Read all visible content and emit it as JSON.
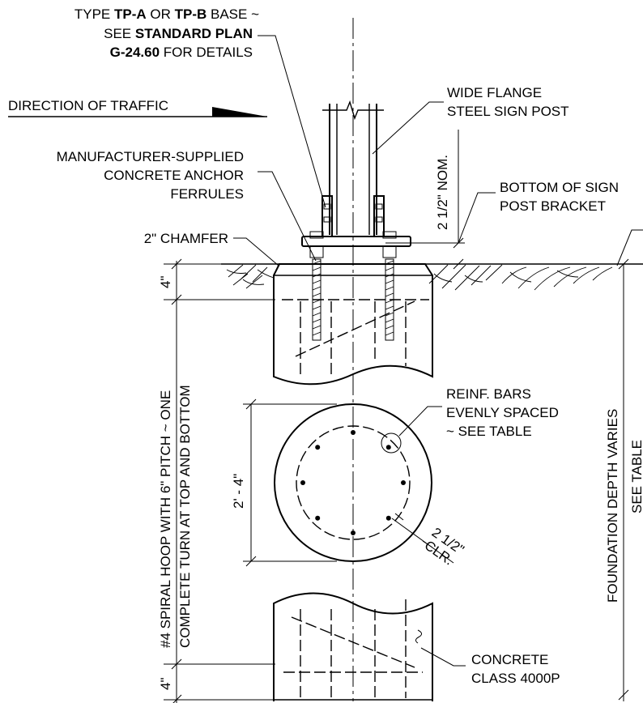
{
  "labels": {
    "base_l1_a": "TYPE ",
    "base_l1_b": "TP-A",
    "base_l1_c": " OR ",
    "base_l1_d": "TP-B",
    "base_l1_e": " BASE ~",
    "base_l2_a": "SEE ",
    "base_l2_b": "STANDARD PLAN",
    "base_l3_a": "G-24.60",
    "base_l3_b": " FOR DETAILS",
    "traffic": "DIRECTION OF TRAFFIC",
    "post_l1": "WIDE FLANGE",
    "post_l2": "STEEL SIGN POST",
    "ferrule_l1": "MANUFACTURER-SUPPLIED",
    "ferrule_l2": "CONCRETE ANCHOR",
    "ferrule_l3": "FERRULES",
    "nom": "2 1/2\" NOM.",
    "bracket_l1": "BOTTOM OF SIGN",
    "bracket_l2": "POST BRACKET",
    "chamfer": "2\" CHAMFER",
    "top4": "4\"",
    "bottom4": "4\"",
    "spiral_l1": "#4 SPIRAL HOOP WITH 6\" PITCH ~ ONE",
    "spiral_l2": "COMPLETE TURN AT TOP AND BOTTOM",
    "diameter": "2' - 4\"",
    "reinf_l1": "REINF. BARS",
    "reinf_l2": "EVENLY SPACED",
    "reinf_l3": "~ SEE TABLE",
    "clr_dim": "2 1/2\"",
    "clr": "CLR.",
    "depth_l1": "FOUNDATION DEPTH VARIES",
    "depth_l2": "SEE TABLE",
    "concrete_l1": "CONCRETE",
    "concrete_l2": "CLASS 4000P"
  },
  "reinforcement": {
    "bar_count": 8
  }
}
